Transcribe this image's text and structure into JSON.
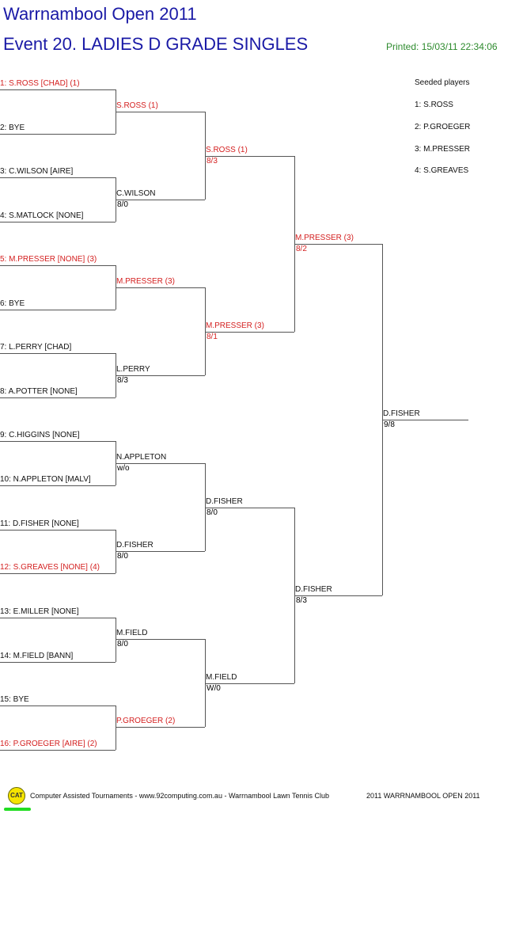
{
  "header": {
    "title": "Warrnambool Open 2011",
    "event": "Event 20. LADIES D GRADE SINGLES",
    "printed": "Printed: 15/03/11 22:34:06"
  },
  "colors": {
    "title": "#1a1aa6",
    "seeded": "#d42020",
    "printed": "#2e8b2e"
  },
  "round1": [
    {
      "label": "1: S.ROSS [CHAD] (1)",
      "seeded": true
    },
    {
      "label": "2: BYE",
      "seeded": false
    },
    {
      "label": "3: C.WILSON [AIRE]",
      "seeded": false
    },
    {
      "label": "4: S.MATLOCK [NONE]",
      "seeded": false
    },
    {
      "label": "5: M.PRESSER [NONE] (3)",
      "seeded": true
    },
    {
      "label": "6: BYE",
      "seeded": false
    },
    {
      "label": "7: L.PERRY [CHAD]",
      "seeded": false
    },
    {
      "label": "8: A.POTTER [NONE]",
      "seeded": false
    },
    {
      "label": "9: C.HIGGINS [NONE]",
      "seeded": false
    },
    {
      "label": "10: N.APPLETON [MALV]",
      "seeded": false
    },
    {
      "label": "11: D.FISHER [NONE]",
      "seeded": false
    },
    {
      "label": "12: S.GREAVES [NONE] (4)",
      "seeded": true
    },
    {
      "label": "13: E.MILLER [NONE]",
      "seeded": false
    },
    {
      "label": "14: M.FIELD [BANN]",
      "seeded": false
    },
    {
      "label": "15: BYE",
      "seeded": false
    },
    {
      "label": "16: P.GROEGER [AIRE] (2)",
      "seeded": true
    }
  ],
  "round2": [
    {
      "winner": "S.ROSS (1)",
      "score": "",
      "seeded": true
    },
    {
      "winner": "C.WILSON",
      "score": "8/0",
      "seeded": false
    },
    {
      "winner": "M.PRESSER (3)",
      "score": "",
      "seeded": true
    },
    {
      "winner": "L.PERRY",
      "score": "8/3",
      "seeded": false
    },
    {
      "winner": "N.APPLETON",
      "score": "w/o",
      "seeded": false
    },
    {
      "winner": "D.FISHER",
      "score": "8/0",
      "seeded": false
    },
    {
      "winner": "M.FIELD",
      "score": "8/0",
      "seeded": false
    },
    {
      "winner": "P.GROEGER (2)",
      "score": "",
      "seeded": true
    }
  ],
  "round3": [
    {
      "winner": "S.ROSS (1)",
      "score": "8/3",
      "seeded": true
    },
    {
      "winner": "M.PRESSER (3)",
      "score": "8/1",
      "seeded": true
    },
    {
      "winner": "D.FISHER",
      "score": "8/0",
      "seeded": false
    },
    {
      "winner": "M.FIELD",
      "score": "W/0",
      "seeded": false
    }
  ],
  "round4": [
    {
      "winner": "M.PRESSER (3)",
      "score": "8/2",
      "seeded": true
    },
    {
      "winner": "D.FISHER",
      "score": "8/3",
      "seeded": false
    }
  ],
  "final": {
    "winner": "D.FISHER",
    "score": "9/8",
    "seeded": false
  },
  "seeds": {
    "title": "Seeded players",
    "items": [
      "1: S.ROSS",
      "2: P.GROEGER",
      "3: M.PRESSER",
      "4: S.GREAVES"
    ]
  },
  "footer": {
    "logo": "CAT",
    "credit": "Computer Assisted Tournaments - www.92computing.com.au -  Warrnambool Lawn Tennis Club",
    "event": "2011 WARRNAMBOOL OPEN 2011"
  }
}
